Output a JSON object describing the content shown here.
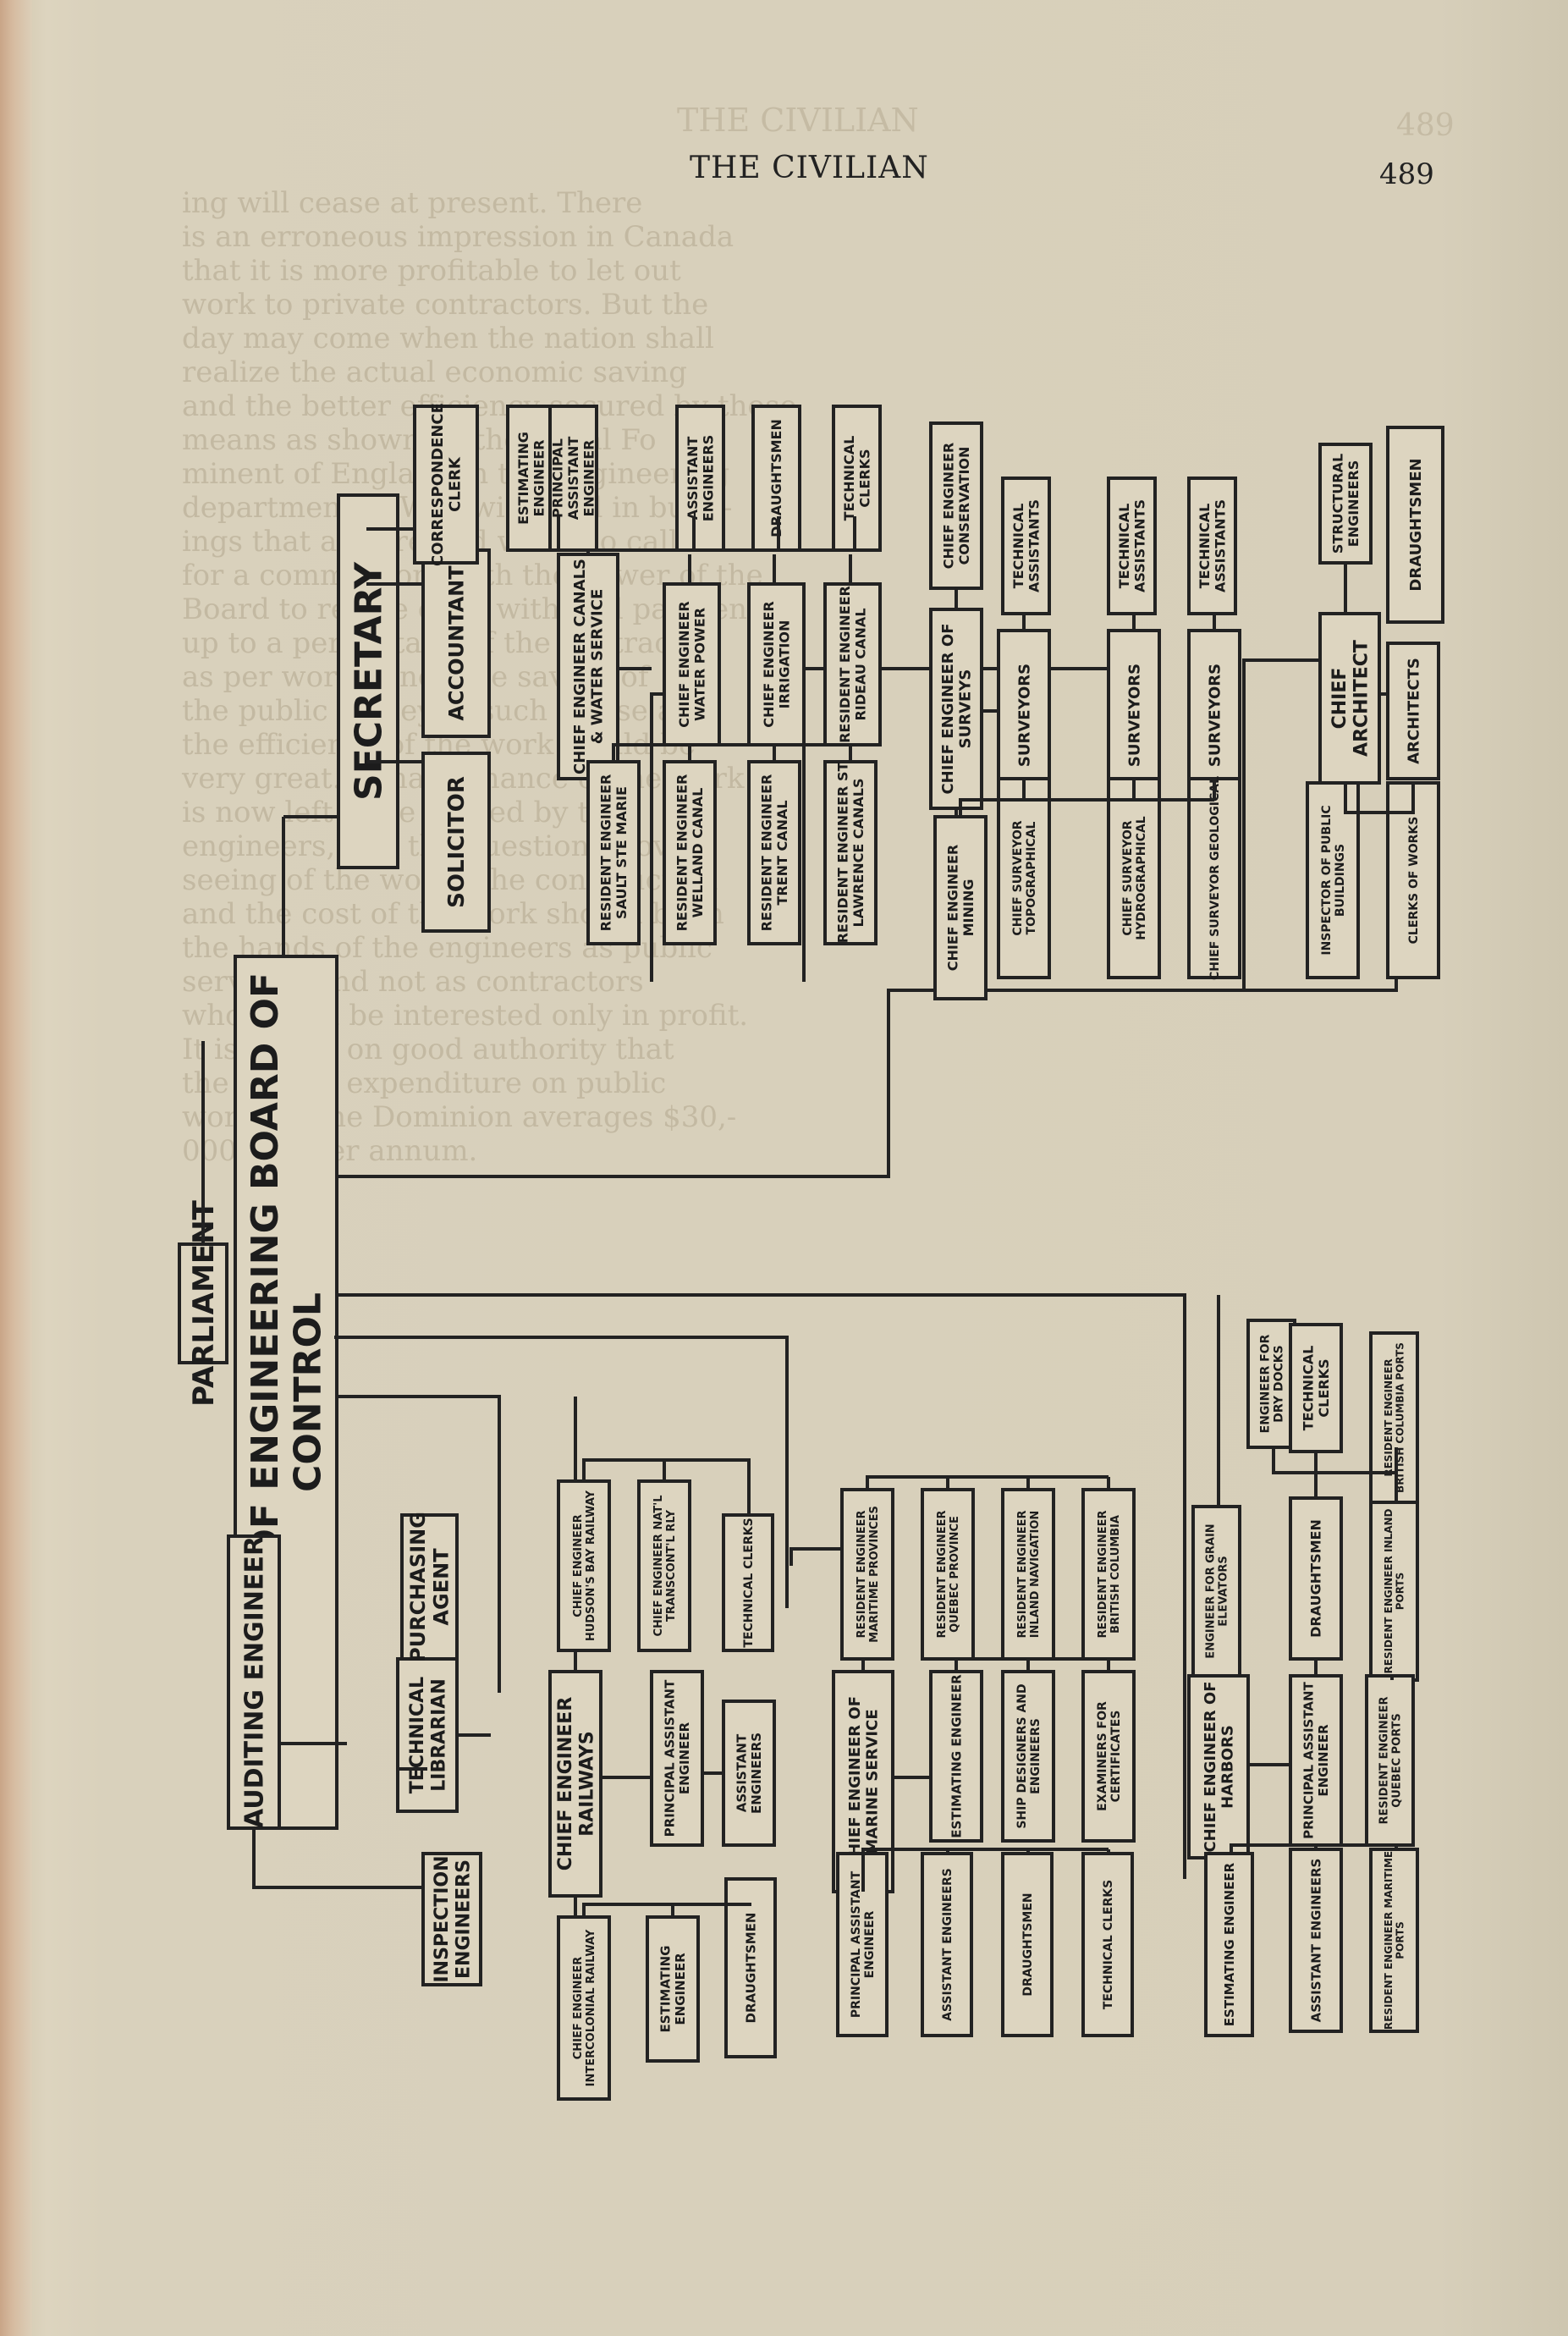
{
  "header": {
    "title": "THE CIVILIAN",
    "page_number": "489"
  },
  "chart": {
    "root": "PARLIAMENT",
    "board": "DIRECTORS OF ENGINEERING BOARD OF CONTROL",
    "secretary": "SECRETARY",
    "secretary_staff": [
      "SOLICITOR",
      "ACCOUNTANT",
      "CORRESPONDENCE CLERK"
    ],
    "auditing": "AUDITING ENGINEER",
    "auditing_staff": [
      "INSPECTION ENGINEERS"
    ],
    "librarian": "TECHNICAL LIBRARIAN",
    "purchasing": "PURCHASING AGENT",
    "canals": "CHIEF ENGINEER CANALS & WATER SERVICE",
    "canals_top": [
      "ESTIMATING ENGINEER",
      "PRINCIPAL ASSISTANT ENGINEER",
      "ASSISTANT ENGINEERS",
      "DRAUGHTSMEN",
      "TECHNICAL CLERKS"
    ],
    "canals_mid": [
      "CHIEF ENGINEER WATER POWER",
      "CHIEF ENGINEER IRRIGATION",
      "RESIDENT ENGINEER RIDEAU CANAL"
    ],
    "canals_bottom": [
      "RESIDENT ENGINEER SAULT STE MARIE",
      "RESIDENT ENGINEER WELLAND CANAL",
      "RESIDENT ENGINEER TRENT CANAL",
      "RESIDENT ENGINEER ST LAWRENCE CANALS"
    ],
    "surveys": "CHIEF ENGINEER OF SURVEYS",
    "surveys_top": [
      "CHIEF ENGINEER CONSERVATION",
      "TECHNICAL ASSISTANTS",
      "TECHNICAL ASSISTANTS",
      "TECHNICAL ASSISTANTS"
    ],
    "surveys_mid": [
      "SURVEYORS",
      "SURVEYORS",
      "SURVEYORS"
    ],
    "surveys_bottom": [
      "CHIEF ENGINEER MINING",
      "CHIEF SURVEYOR TOPOGRAPHICAL",
      "CHIEF SURVEYOR HYDROGRAPHICAL",
      "CHIEF SURVEYOR GEOLOGICAL"
    ],
    "architect": "CHIEF ARCHITECT",
    "architect_staff": [
      "STRUCTURAL ENGINEERS",
      "DRAUGHTSMEN",
      "ARCHITECTS",
      "INSPECTOR OF PUBLIC BUILDINGS",
      "CLERKS OF WORKS"
    ],
    "railways": "CHIEF ENGINEER RAILWAYS",
    "railways_top": [
      "CHIEF ENGINEER HUDSON'S BAY RAILWAY",
      "CHIEF ENGINEER NAT'L TRANSCONT'L RLY",
      "TECHNICAL CLERKS"
    ],
    "railways_mid": [
      "PRINCIPAL ASSISTANT ENGINEER",
      "ASSISTANT ENGINEERS"
    ],
    "railways_bottom": [
      "CHIEF ENGINEER INTERCOLONIAL RAILWAY",
      "ESTIMATING ENGINEER",
      "DRAUGHTSMEN"
    ],
    "marine": "CHIEF ENGINEER OF MARINE SERVICE",
    "marine_top": [
      "RESIDENT ENGINEER MARITIME PROVINCES",
      "RESIDENT ENGINEER QUEBEC PROVINCE",
      "RESIDENT ENGINEER INLAND NAVIGATION",
      "RESIDENT ENGINEER BRITISH COLUMBIA"
    ],
    "marine_mid": [
      "ESTIMATING ENGINEER",
      "SHIP DESIGNERS AND ENGINEERS",
      "EXAMINERS FOR CERTIFICATES"
    ],
    "marine_bottom": [
      "PRINCIPAL ASSISTANT ENGINEER",
      "ASSISTANT ENGINEERS",
      "DRAUGHTSMEN",
      "TECHNICAL CLERKS"
    ],
    "harbors": "CHIEF ENGINEER OF HARBORS",
    "harbors_top": [
      "ENGINEER FOR DRY DOCKS",
      "TECHNICAL CLERKS",
      "RESIDENT ENGINEER BRITISH COLUMBIA PORTS"
    ],
    "harbors_upper": [
      "ENGINEER FOR GRAIN ELEVATORS",
      "DRAUGHTSMEN",
      "RESIDENT ENGINEER INLAND PORTS"
    ],
    "harbors_mid": [
      "PRINCIPAL ASSISTANT ENGINEER",
      "RESIDENT ENGINEER QUEBEC PORTS"
    ],
    "harbors_bottom": [
      "ESTIMATING ENGINEER",
      "ASSISTANT ENGINEERS",
      "RESIDENT ENGINEER MARITIME PORTS"
    ]
  },
  "bleed_through": {
    "left": "ing will cease at present. There\nis an erroneous impression in Canada\nthat it is more profitable to let out\nwork to private contractors. But the\nday may come when the nation shall\nrealize the actual economic saving\nand the better efficiency secured by those\nmeans as shown by the Royal Fo\nminent of England in the engineering\ndepartment at Woolwich and in build-\nings that are erected when so called\nfor a commission, with the power of the\nBoard to refuse or to withhold payment\nup to a percentage of the contract\nas per work done. The saving of\nthe public money in such a case and\nthe efficiency of the work would be\nvery great. A maintenance of the work\nis now left to be settled by the\nengineers, and the question of over-\nseeing of the work. The construction\nand the cost of the work should be in\nthe hands of the engineers as public\nservants and not as contractors\nwho would be interested only in profit.\nIt is stated on good authority that\nthe annual expenditure on public\nworks of the Dominion averages $30,-\n000,000 per annum."
  }
}
